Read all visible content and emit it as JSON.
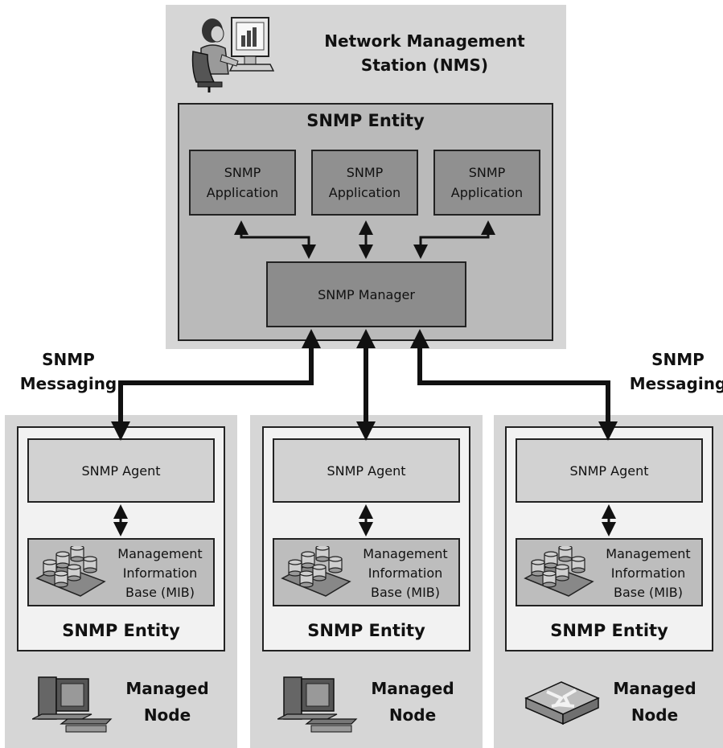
{
  "nms": {
    "title": "Network Management\nStation (NMS)",
    "entity_title": "SNMP Entity",
    "applications": [
      {
        "label": "SNMP\nApplication"
      },
      {
        "label": "SNMP\nApplication"
      },
      {
        "label": "SNMP\nApplication"
      }
    ],
    "manager_label": "SNMP Manager"
  },
  "messaging": {
    "left_label": "SNMP\nMessaging",
    "right_label": "SNMP\nMessaging"
  },
  "nodes": [
    {
      "agent_label": "SNMP Agent",
      "mib_label": "Management\nInformation\nBase (MIB)",
      "entity_title": "SNMP Entity",
      "node_label": "Managed\nNode",
      "device_icon": "computer-icon"
    },
    {
      "agent_label": "SNMP Agent",
      "mib_label": "Management\nInformation\nBase (MIB)",
      "entity_title": "SNMP Entity",
      "node_label": "Managed\nNode",
      "device_icon": "computer-icon"
    },
    {
      "agent_label": "SNMP Agent",
      "mib_label": "Management\nInformation\nBase (MIB)",
      "entity_title": "SNMP Entity",
      "node_label": "Managed\nNode",
      "device_icon": "router-icon"
    }
  ],
  "colors": {
    "panel": "#d6d6d6",
    "entity": "#bababa",
    "application": "#909090",
    "manager": "#8c8c8c",
    "agent": "#d2d2d2",
    "mib": "#bdbdbd",
    "line": "#111111"
  }
}
